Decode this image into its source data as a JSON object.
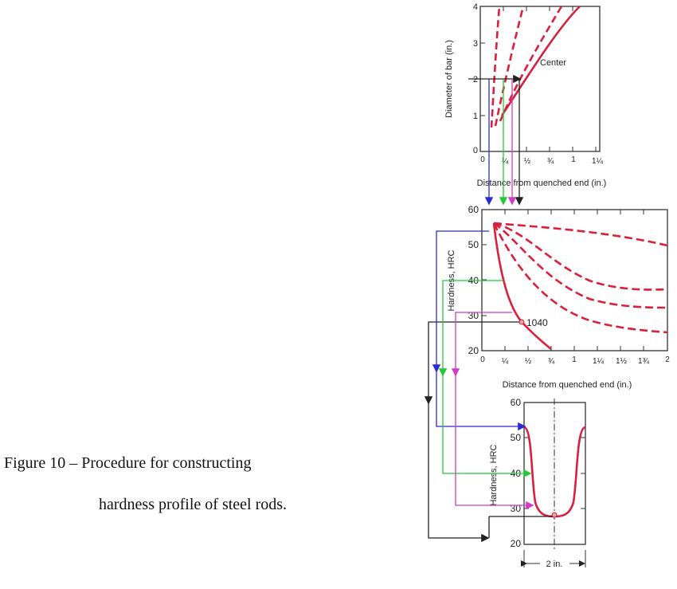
{
  "caption": {
    "line1": "Figure 10 – Procedure for constructing",
    "line2": "hardness profile of steel rods."
  },
  "colors": {
    "curve": "#d81f3b",
    "blue": "#2b2bd6",
    "green": "#22c93a",
    "magenta": "#d23bc8",
    "black": "#222222",
    "axis": "#333333"
  },
  "panels": {
    "diameter": {
      "ylabel": "Diameter of bar (in.)",
      "xlabel": "Distance from quenched end (in.)",
      "curve_label": "Center",
      "y_ticks": [
        "0",
        "1",
        "2",
        "3",
        "4"
      ],
      "x_ticks": [
        "0",
        "¼",
        "½",
        "¾",
        "1",
        "1¼"
      ]
    },
    "jominy": {
      "ylabel": "Hardness, HRC",
      "xlabel": "Distance from quenched end (in.)",
      "curve_label": "1040",
      "y_ticks": [
        "20",
        "30",
        "40",
        "50",
        "60"
      ],
      "x_ticks": [
        "0",
        "¼",
        "½",
        "¾",
        "1",
        "1¼",
        "1½",
        "1¾",
        "2"
      ]
    },
    "profile": {
      "ylabel": "Hardness, HRC",
      "width_label": "2 in.",
      "y_ticks": [
        "20",
        "30",
        "40",
        "50",
        "60"
      ]
    }
  }
}
